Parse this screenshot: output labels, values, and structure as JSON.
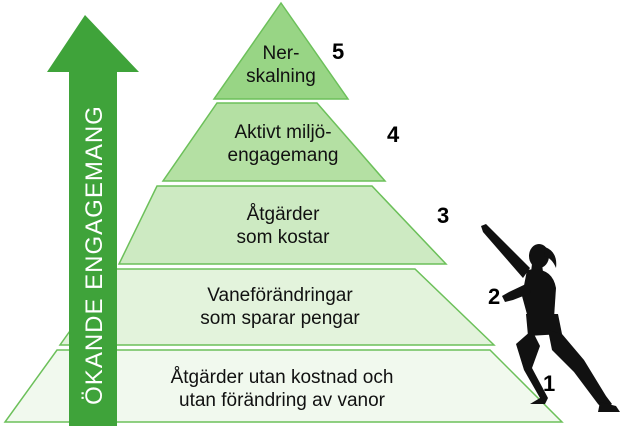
{
  "arrow": {
    "label": "ÖKANDE ENGAGEMANG",
    "color": "#3fa33a"
  },
  "tiers": [
    {
      "number": "1",
      "lines": [
        "Åtgärder utan kostnad och",
        "utan förändring av vanor"
      ],
      "fill": "#f1f9ee"
    },
    {
      "number": "2",
      "lines": [
        "Vaneförändringar",
        "som sparar pengar"
      ],
      "fill": "#e3f3dc"
    },
    {
      "number": "3",
      "lines": [
        "Åtgärder",
        "som kostar"
      ],
      "fill": "#cdeac2"
    },
    {
      "number": "4",
      "lines": [
        "Aktivt miljö-",
        "engagemang"
      ],
      "fill": "#b4e0a3"
    },
    {
      "number": "5",
      "lines": [
        "Ner-",
        "skalning"
      ],
      "fill": "#98d585"
    }
  ],
  "colors": {
    "outline": "#6cc05a",
    "silhouette": "#111111"
  }
}
